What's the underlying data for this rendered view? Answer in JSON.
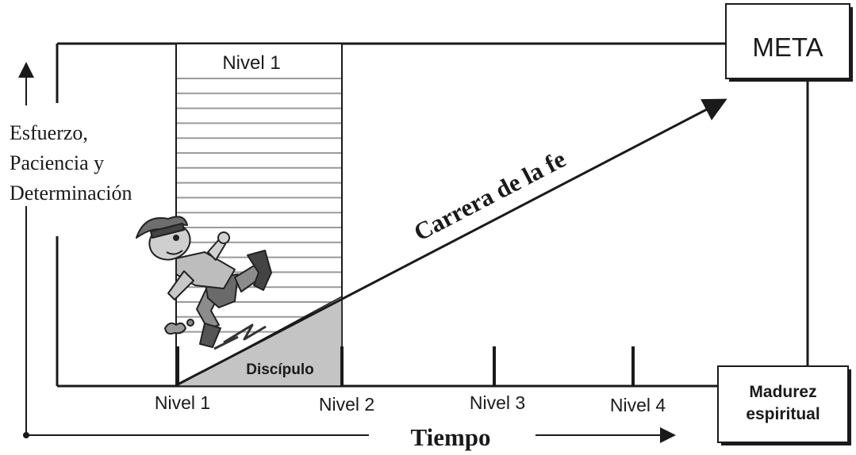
{
  "goal_box": {
    "label": "META"
  },
  "maturity_box": {
    "line1": "Madurez",
    "line2": "espiritual"
  },
  "stair_title": "Nivel 1",
  "y_axis_label": [
    "Esfuerzo,",
    "Paciencia y",
    "Determinación"
  ],
  "x_axis_label": "Tiempo",
  "diagonal_label": "Carrera de la fe",
  "triangle_label": "Discípulo",
  "levels": [
    "Nivel 1",
    "Nivel 2",
    "Nivel 3",
    "Nivel 4"
  ],
  "icons": {
    "runner": "running-man-icon"
  },
  "colors": {
    "ink": "#1a1a1a",
    "triangle_fill": "#c4c4c4",
    "stair_line": "#9a9a9a",
    "background": "#ffffff"
  }
}
